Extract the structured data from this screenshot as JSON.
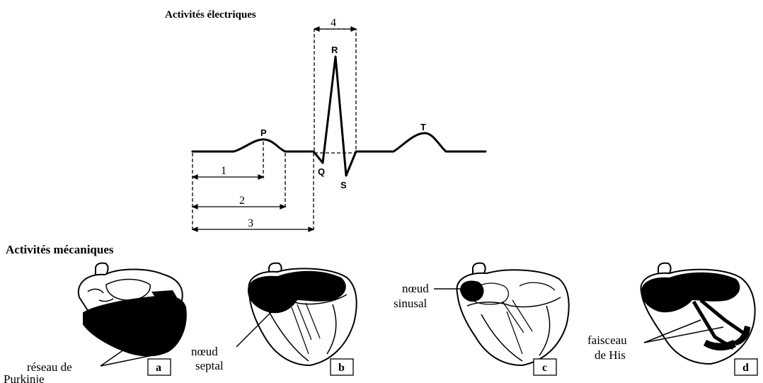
{
  "titles": {
    "electrical": "Activités électriques",
    "mechanical": "Activités mécaniques"
  },
  "ecg": {
    "waves": {
      "P": "P",
      "Q": "Q",
      "R": "R",
      "S": "S",
      "T": "T"
    },
    "intervals": {
      "one": "1",
      "two": "2",
      "three": "3",
      "four": "4"
    }
  },
  "hearts": {
    "a": "a",
    "b": "b",
    "c": "c",
    "d": "d"
  },
  "annotations": {
    "purkinje_line1": "réseau de",
    "purkinje_line2": "Purkinje",
    "septal_line1": "nœud",
    "septal_line2": "septal",
    "sinusal_line1": "nœud",
    "sinusal_line2": "sinusal",
    "his_line1": "faisceau",
    "his_line2": "de His"
  },
  "colors": {
    "ink": "#000000",
    "paper": "#ffffff"
  }
}
